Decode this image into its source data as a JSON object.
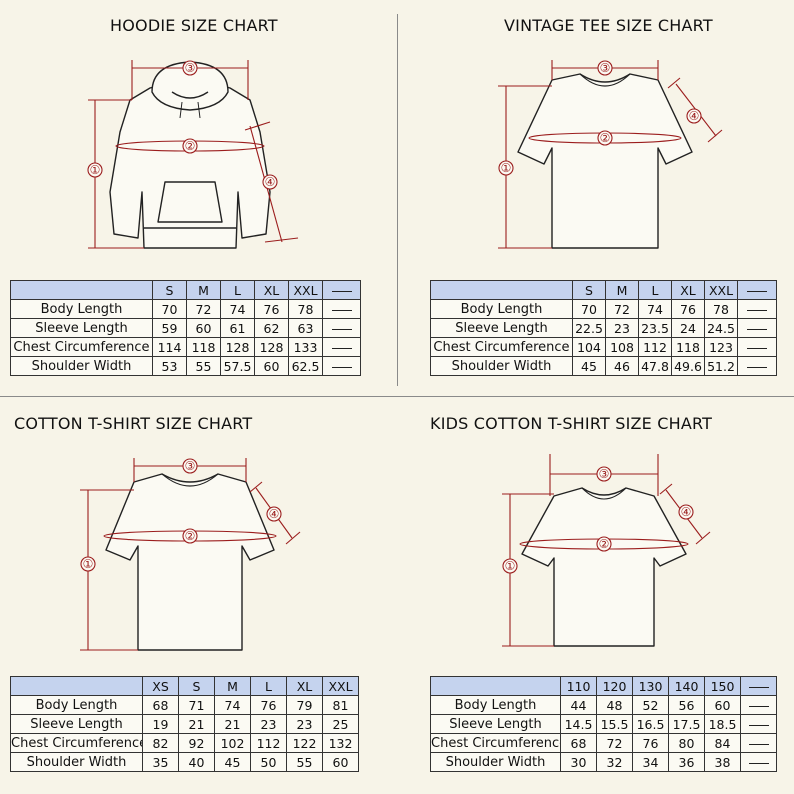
{
  "charts": [
    {
      "title": "HOODIE SIZE CHART",
      "sizes": [
        "S",
        "M",
        "L",
        "XL",
        "XXL"
      ],
      "rows": [
        {
          "label": "Body Length",
          "values": [
            "70",
            "72",
            "74",
            "76",
            "78"
          ]
        },
        {
          "label": "Sleeve Length",
          "values": [
            "59",
            "60",
            "61",
            "62",
            "63"
          ]
        },
        {
          "label": "Chest Circumference",
          "values": [
            "114",
            "118",
            "128",
            "128",
            "133"
          ]
        },
        {
          "label": "Shoulder Width",
          "values": [
            "53",
            "55",
            "57.5",
            "60",
            "62.5"
          ]
        }
      ]
    },
    {
      "title": "VINTAGE TEE SIZE CHART",
      "sizes": [
        "S",
        "M",
        "L",
        "XL",
        "XXL"
      ],
      "rows": [
        {
          "label": "Body Length",
          "values": [
            "70",
            "72",
            "74",
            "76",
            "78"
          ]
        },
        {
          "label": "Sleeve Length",
          "values": [
            "22.5",
            "23",
            "23.5",
            "24",
            "24.5"
          ]
        },
        {
          "label": "Chest Circumference",
          "values": [
            "104",
            "108",
            "112",
            "118",
            "123"
          ]
        },
        {
          "label": "Shoulder Width",
          "values": [
            "45",
            "46",
            "47.8",
            "49.6",
            "51.2"
          ]
        }
      ]
    },
    {
      "title": "COTTON T-SHIRT SIZE CHART",
      "sizes": [
        "XS",
        "S",
        "M",
        "L",
        "XL",
        "XXL"
      ],
      "rows": [
        {
          "label": "Body Length",
          "values": [
            "68",
            "71",
            "74",
            "76",
            "79",
            "81"
          ]
        },
        {
          "label": "Sleeve Length",
          "values": [
            "19",
            "21",
            "21",
            "23",
            "23",
            "25"
          ]
        },
        {
          "label": "Chest Circumference",
          "values": [
            "82",
            "92",
            "102",
            "112",
            "122",
            "132"
          ]
        },
        {
          "label": "Shoulder Width",
          "values": [
            "35",
            "40",
            "45",
            "50",
            "55",
            "60"
          ]
        }
      ]
    },
    {
      "title": "KIDS COTTON T-SHIRT SIZE CHART",
      "sizes": [
        "110",
        "120",
        "130",
        "140",
        "150"
      ],
      "rows": [
        {
          "label": "Body Length",
          "values": [
            "44",
            "48",
            "52",
            "56",
            "60"
          ]
        },
        {
          "label": "Sleeve Length",
          "values": [
            "14.5",
            "15.5",
            "16.5",
            "17.5",
            "18.5"
          ]
        },
        {
          "label": "Chest Circumference",
          "values": [
            "68",
            "72",
            "76",
            "80",
            "84"
          ]
        },
        {
          "label": "Shoulder Width",
          "values": [
            "30",
            "32",
            "34",
            "36",
            "38"
          ]
        }
      ]
    }
  ],
  "markers": {
    "body_length": "①",
    "chest": "②",
    "shoulder": "③",
    "sleeve": "④"
  },
  "colors": {
    "header": "#c5d3ee",
    "dimension": "#9b1d1d",
    "background": "#f7f4e8"
  }
}
